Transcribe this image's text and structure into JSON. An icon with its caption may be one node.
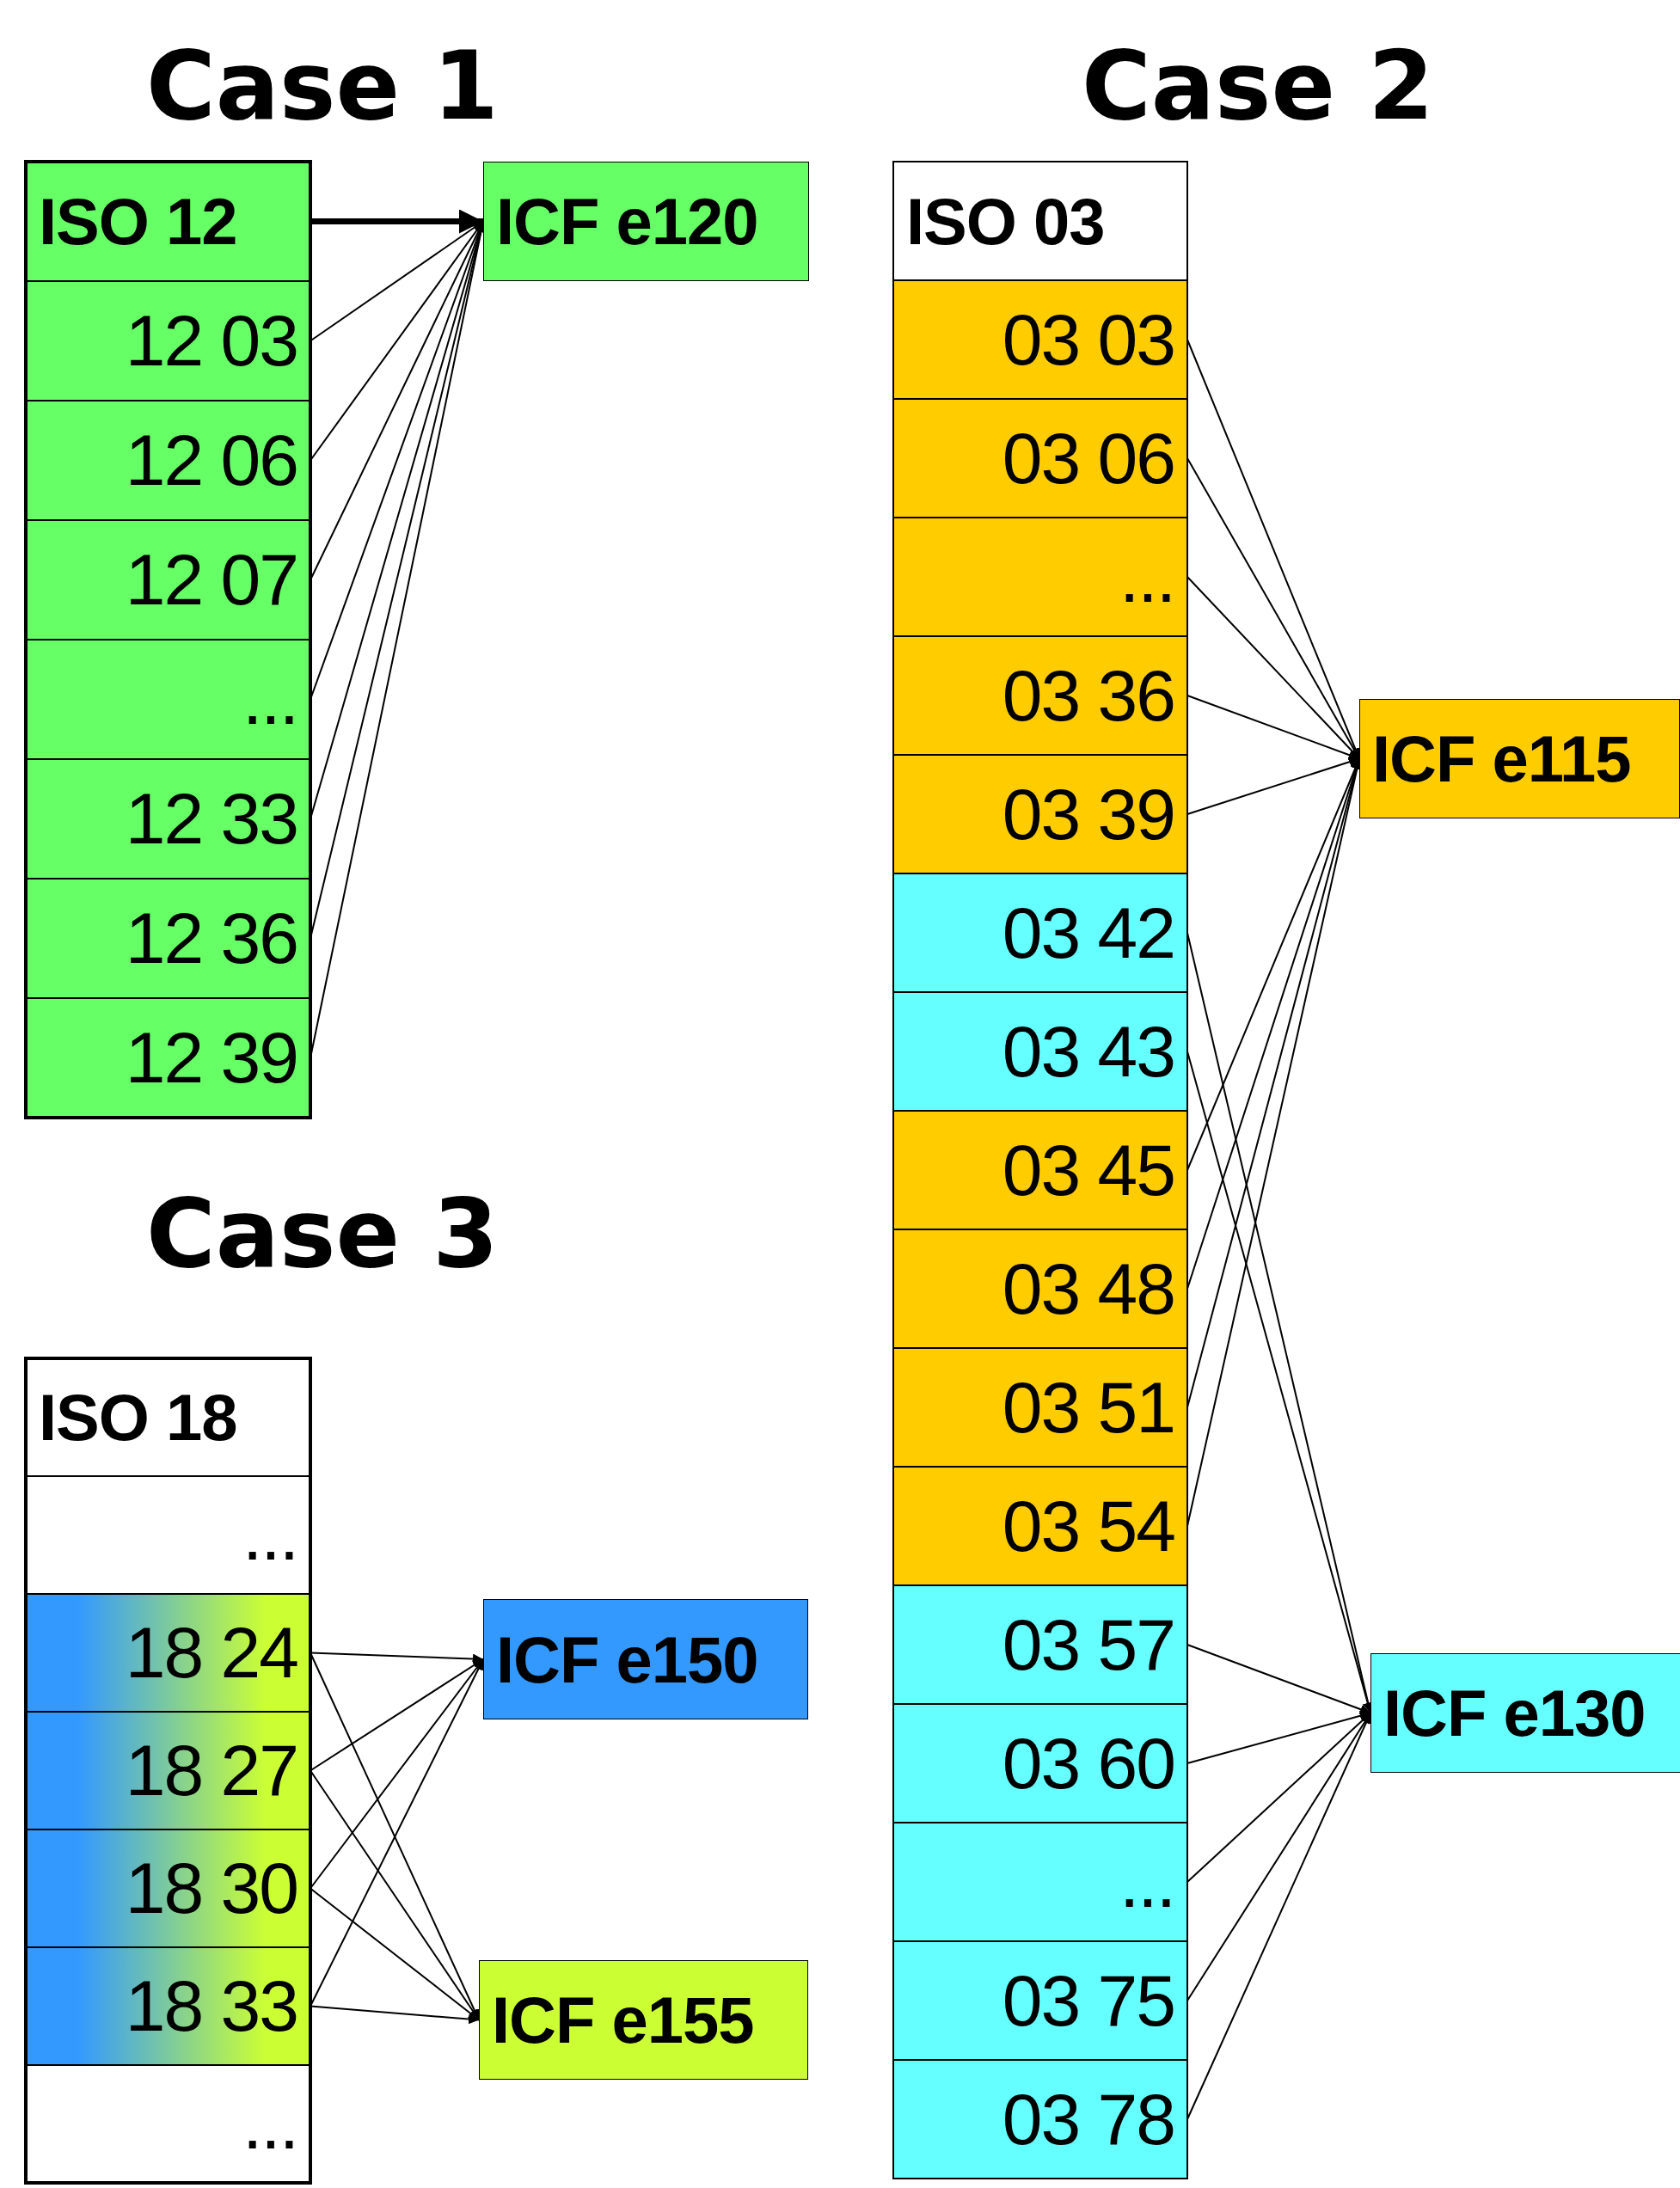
{
  "diagram": {
    "nodes": [
      {
        "text": [
          "ISO 12"
        ]
      },
      {
        "text": [
          "12 03"
        ]
      },
      {
        "text": [
          "12 06"
        ]
      },
      {
        "text": [
          "12 07"
        ]
      },
      {
        "text": [
          "..."
        ]
      },
      {
        "text": [
          "12 33"
        ]
      },
      {
        "text": [
          "12 36"
        ]
      },
      {
        "text": [
          "12 39"
        ]
      },
      {
        "text": [
          "ICF e120"
        ]
      },
      {
        "text": [
          "ISO 03"
        ]
      },
      {
        "text": [
          "03 03"
        ]
      },
      {
        "text": [
          "03 06"
        ]
      },
      {
        "text": [
          "..."
        ]
      },
      {
        "text": [
          "03 36"
        ]
      },
      {
        "text": [
          "03 39"
        ]
      },
      {
        "text": [
          "03 42"
        ]
      },
      {
        "text": [
          "03 43"
        ]
      },
      {
        "text": [
          "03 45"
        ]
      },
      {
        "text": [
          "03 48"
        ]
      },
      {
        "text": [
          "03 51"
        ]
      },
      {
        "text": [
          "03 54"
        ]
      },
      {
        "text": [
          "03 57"
        ]
      },
      {
        "text": [
          "03 60"
        ]
      },
      {
        "text": [
          "..."
        ]
      },
      {
        "text": [
          "03 75"
        ]
      },
      {
        "text": [
          "03 78"
        ]
      },
      {
        "text": [
          "ICF e115"
        ]
      },
      {
        "text": [
          "ICF e130"
        ]
      },
      {
        "text": [
          "ISO 18"
        ]
      },
      {
        "text": [
          "..."
        ]
      },
      {
        "text": [
          "18 24"
        ]
      },
      {
        "text": [
          "18 27"
        ]
      },
      {
        "text": [
          "18 30"
        ]
      },
      {
        "text": [
          "18 33"
        ]
      },
      {
        "text": [
          "..."
        ]
      },
      {
        "text": [
          "ICF e150"
        ]
      },
      {
        "text": [
          "ICF e155"
        ]
      }
    ],
    "edges": [
      {
        "from": 0,
        "to": 8,
        "arrow": "to",
        "style": "thick"
      },
      {
        "from": 1,
        "to": 8,
        "arrow": "to"
      },
      {
        "from": 2,
        "to": 8,
        "arrow": "to"
      },
      {
        "from": 3,
        "to": 8,
        "arrow": "to"
      },
      {
        "from": 4,
        "to": 8,
        "arrow": "to"
      },
      {
        "from": 5,
        "to": 8,
        "arrow": "to"
      },
      {
        "from": 6,
        "to": 8,
        "arrow": "to"
      },
      {
        "from": 7,
        "to": 8,
        "arrow": "to"
      },
      {
        "from": 10,
        "to": 26,
        "arrow": "to"
      },
      {
        "from": 11,
        "to": 26,
        "arrow": "to"
      },
      {
        "from": 12,
        "to": 26,
        "arrow": "to"
      },
      {
        "from": 13,
        "to": 26,
        "arrow": "to"
      },
      {
        "from": 14,
        "to": 26,
        "arrow": "to"
      },
      {
        "from": 15,
        "to": 27,
        "arrow": "to"
      },
      {
        "from": 16,
        "to": 27,
        "arrow": "to"
      },
      {
        "from": 17,
        "to": 26,
        "arrow": "to"
      },
      {
        "from": 18,
        "to": 26,
        "arrow": "to"
      },
      {
        "from": 19,
        "to": 26,
        "arrow": "to"
      },
      {
        "from": 20,
        "to": 26,
        "arrow": "to"
      },
      {
        "from": 21,
        "to": 27,
        "arrow": "to"
      },
      {
        "from": 22,
        "to": 27,
        "arrow": "to"
      },
      {
        "from": 23,
        "to": 27,
        "arrow": "to"
      },
      {
        "from": 24,
        "to": 27,
        "arrow": "to"
      },
      {
        "from": 25,
        "to": 27,
        "arrow": "to"
      },
      {
        "from": 30,
        "to": 35,
        "arrow": "to"
      },
      {
        "from": 30,
        "to": 36,
        "arrow": "to"
      },
      {
        "from": 31,
        "to": 35,
        "arrow": "to"
      },
      {
        "from": 31,
        "to": 36,
        "arrow": "to"
      },
      {
        "from": 32,
        "to": 35,
        "arrow": "to"
      },
      {
        "from": 32,
        "to": 36,
        "arrow": "to"
      },
      {
        "from": 33,
        "to": 35,
        "arrow": "to"
      },
      {
        "from": 33,
        "to": 36,
        "arrow": "to"
      }
    ],
    "labels": [
      "Case 1",
      "Case 2",
      "Case 3"
    ]
  }
}
